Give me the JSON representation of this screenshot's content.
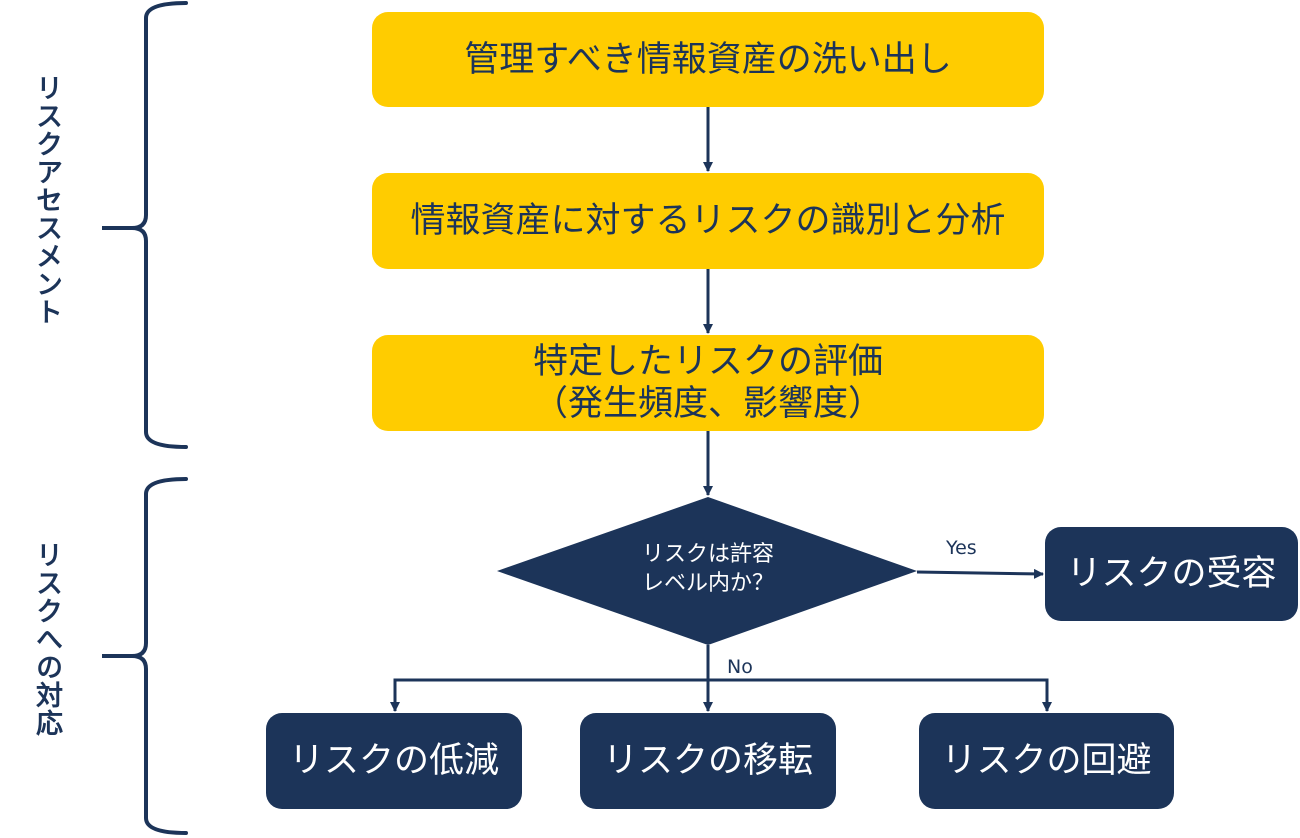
{
  "colors": {
    "primary": "#1c3459",
    "accent": "#ffcc00",
    "text_on_dark": "#ffffff"
  },
  "groups": {
    "assessment": {
      "label": "リスクアセスメント"
    },
    "response": {
      "label": "リスクへの対応"
    }
  },
  "steps": {
    "step1": {
      "label": "管理すべき情報資産の洗い出し"
    },
    "step2": {
      "label": "情報資産に対するリスクの識別と分析"
    },
    "step3": {
      "line1": "特定したリスクの評価",
      "line2": "（発生頻度、影響度）"
    }
  },
  "decision": {
    "line1": "リスクは許容",
    "line2": "レベル内か？"
  },
  "edges": {
    "yes": "Yes",
    "no": "No"
  },
  "outcomes": {
    "accept": {
      "label": "リスクの受容"
    },
    "reduce": {
      "label": "リスクの低減"
    },
    "transfer": {
      "label": "リスクの移転"
    },
    "avoid": {
      "label": "リスクの回避"
    }
  }
}
